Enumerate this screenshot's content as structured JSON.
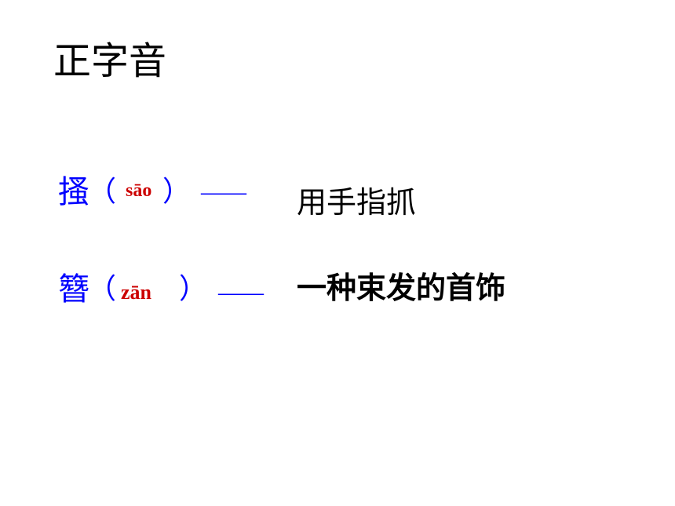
{
  "title": "正字音",
  "entries": [
    {
      "character": "搔",
      "paren_open": "（",
      "pinyin": "sāo",
      "paren_close": "）",
      "dash": "——",
      "meaning": "用手指抓"
    },
    {
      "character": "簪",
      "paren_open": "（",
      "pinyin": "zān",
      "paren_close": "）",
      "dash": "——",
      "meaning": "一种束发的首饰"
    }
  ],
  "colors": {
    "character": "#0000ff",
    "pinyin": "#cc0000",
    "meaning": "#000000",
    "background": "#ffffff"
  }
}
